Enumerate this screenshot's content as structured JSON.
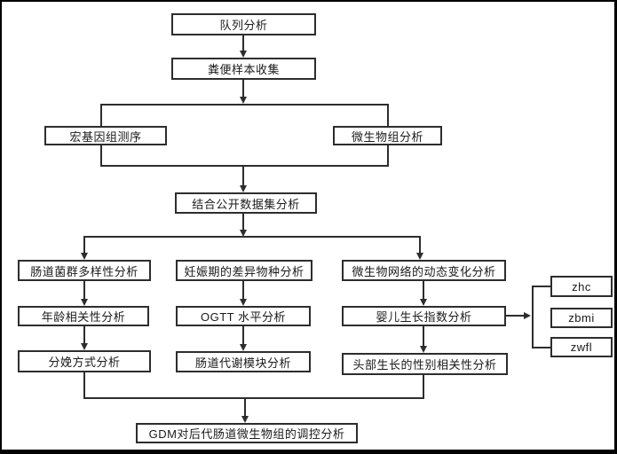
{
  "diagram": {
    "title": "GDM offspring gut microbiome study flowchart",
    "colors": {
      "box_border": "#2d2d2d",
      "connector_line": "#2d2d2d",
      "text": "#1a1a1a",
      "background": "#ffffff",
      "outer_border": "#000000"
    },
    "nodes": {
      "cohort_analysis": "队列分析",
      "fecal_sample_collection": "粪便样本收集",
      "metagenomic_sequencing": "宏基因组测序",
      "microbiome_analysis": "微生物组分析",
      "public_dataset_analysis": "结合公开数据集分析",
      "gut_flora_diversity": "肠道菌群多样性分析",
      "age_correlation": "年龄相关性分析",
      "delivery_mode": "分娩方式分析",
      "pregnancy_differential_species": "妊娠期的差异物种分析",
      "ogtt_level": "OGTT 水平分析",
      "gut_metabolic_module": "肠道代谢模块分析",
      "microbial_network_dynamics": "微生物网络的动态变化分析",
      "infant_growth_index": "婴儿生长指数分析",
      "head_growth_sex_correlation": "头部生长的性别相关性分析",
      "zhc": "zhc",
      "zbmi": "zbmi",
      "zwfl": "zwfl",
      "gdm_regulation": "GDM对后代肠道微生物组的调控分析"
    }
  }
}
